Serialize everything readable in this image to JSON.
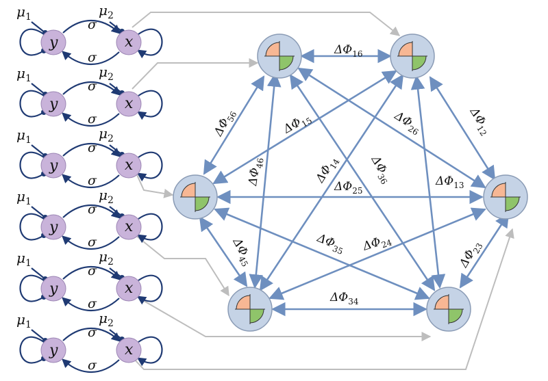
{
  "motifs": [
    {
      "mu1": "μ",
      "mu1_sub": "1",
      "mu2": "μ",
      "mu2_sub": "2",
      "left_node": "y",
      "right_node": "x",
      "coupling_top": "σ",
      "coupling_bottom": "σ"
    },
    {
      "mu1": "μ",
      "mu1_sub": "1",
      "mu2": "μ",
      "mu2_sub": "2",
      "left_node": "y",
      "right_node": "x",
      "coupling_top": "σ",
      "coupling_bottom": "σ"
    },
    {
      "mu1": "μ",
      "mu1_sub": "1",
      "mu2": "μ",
      "mu2_sub": "2",
      "left_node": "y",
      "right_node": "x",
      "coupling_top": "σ",
      "coupling_bottom": "σ"
    },
    {
      "mu1": "μ",
      "mu1_sub": "1",
      "mu2": "μ",
      "mu2_sub": "2",
      "left_node": "y",
      "right_node": "x",
      "coupling_top": "σ",
      "coupling_bottom": "σ"
    },
    {
      "mu1": "μ",
      "mu1_sub": "1",
      "mu2": "μ",
      "mu2_sub": "2",
      "left_node": "y",
      "right_node": "x",
      "coupling_top": "σ",
      "coupling_bottom": "σ"
    },
    {
      "mu1": "μ",
      "mu1_sub": "1",
      "mu2": "μ",
      "mu2_sub": "2",
      "left_node": "y",
      "right_node": "x",
      "coupling_top": "σ",
      "coupling_bottom": "σ"
    }
  ],
  "phase_labels": {
    "d16": {
      "sym": "ΔΦ",
      "sub": "16"
    },
    "d56": {
      "sym": "ΔΦ",
      "sub": "56"
    },
    "d15": {
      "sym": "ΔΦ",
      "sub": "15"
    },
    "d26": {
      "sym": "ΔΦ",
      "sub": "26"
    },
    "d12": {
      "sym": "ΔΦ",
      "sub": "12"
    },
    "d46": {
      "sym": "ΔΦ",
      "sub": "46"
    },
    "d14": {
      "sym": "ΔΦ",
      "sub": "14"
    },
    "d36": {
      "sym": "ΔΦ",
      "sub": "36"
    },
    "d25": {
      "sym": "ΔΦ",
      "sub": "25"
    },
    "d13": {
      "sym": "ΔΦ",
      "sub": "13"
    },
    "d45": {
      "sym": "ΔΦ",
      "sub": "45"
    },
    "d35": {
      "sym": "ΔΦ",
      "sub": "35"
    },
    "d24": {
      "sym": "ΔΦ",
      "sub": "24"
    },
    "d23": {
      "sym": "ΔΦ",
      "sub": "23"
    },
    "d34": {
      "sym": "ΔΦ",
      "sub": "34"
    }
  },
  "colors": {
    "motif_node_fill": "#c9b3da",
    "motif_line": "#1f3a73",
    "oscillator_fill": "#c5d3e6",
    "edge": "#6e8fbf",
    "orange_wedge": "#f7b794",
    "green_wedge": "#8fc46a",
    "connector": "#bdbdbd"
  }
}
